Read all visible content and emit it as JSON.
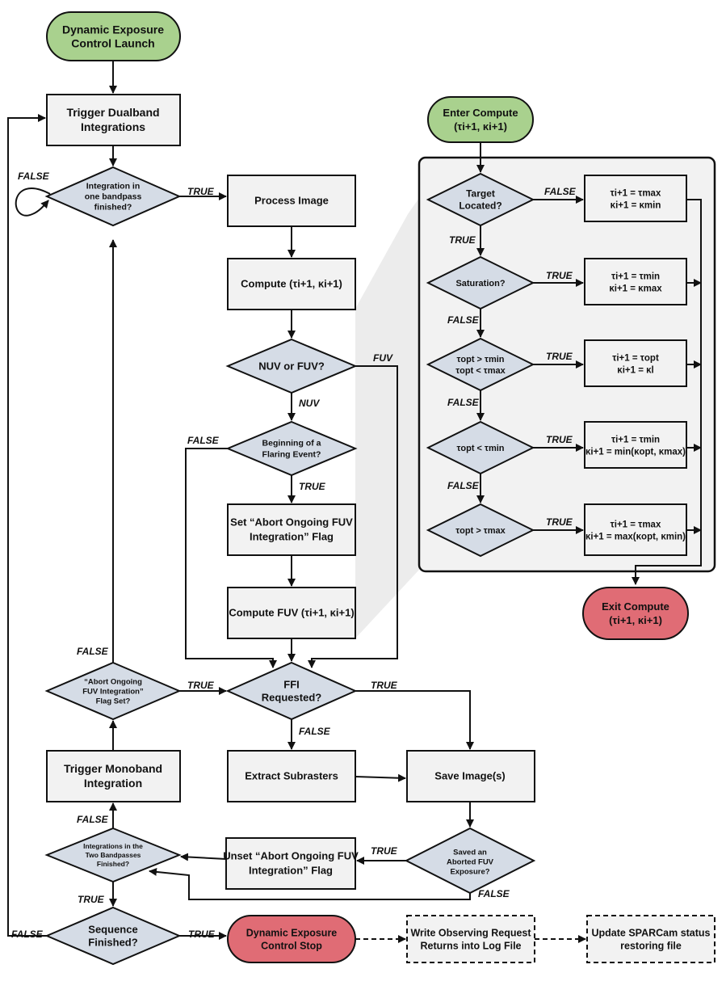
{
  "colors": {
    "start_fill": "#a9d18e",
    "stop_fill": "#e06c75",
    "box_fill": "#f2f2f2",
    "decision_fill": "#d5dce6",
    "panel_fill": "#f2f2f2",
    "shadow_fill": "#ececec"
  },
  "nodes": {
    "launch": [
      "Dynamic Exposure",
      "Control Launch"
    ],
    "trigger_dual": [
      "Trigger Dualband",
      "Integrations"
    ],
    "integ_finished": [
      "Integration in",
      "one bandpass",
      "finished?"
    ],
    "process_image": [
      "Process Image"
    ],
    "compute_main": [
      "Compute (τi+1, κi+1)"
    ],
    "nuv_fuv": [
      "NUV or FUV?"
    ],
    "flaring": [
      "Beginning of a",
      "Flaring Event?"
    ],
    "set_abort": [
      "Set “Abort Ongoing FUV",
      "Integration” Flag"
    ],
    "compute_fuv": [
      "Compute FUV (τi+1, κi+1)"
    ],
    "ffi": [
      "FFI",
      "Requested?"
    ],
    "abort_flag": [
      "“Abort Ongoing",
      "FUV Integration”",
      "Flag Set?"
    ],
    "trigger_mono": [
      "Trigger Monoband",
      "Integration"
    ],
    "extract": [
      "Extract Subrasters"
    ],
    "save_image": [
      "Save Image(s)"
    ],
    "saved_aborted": [
      "Saved an",
      "Aborted FUV",
      "Exposure?"
    ],
    "unset_abort": [
      "Unset “Abort Ongoing FUV",
      "Integration” Flag"
    ],
    "two_bands": [
      "Integrations in the",
      "Two Bandpasses",
      "Finished?"
    ],
    "seq_finished": [
      "Sequence",
      "Finished?"
    ],
    "stop": [
      "Dynamic Exposure",
      "Control Stop"
    ],
    "write_log": [
      "Write Observing Request",
      "Returns into Log File"
    ],
    "update_status": [
      "Update SPARCam status",
      "restoring file"
    ],
    "enter_compute": [
      "Enter Compute",
      "(τi+1, κi+1)"
    ],
    "target_located": [
      "Target",
      "Located?"
    ],
    "saturation": [
      "Saturation?"
    ],
    "cond_opt_range": [
      "τopt > τmin",
      "τopt < τmax"
    ],
    "cond_opt_lt_min": [
      "τopt < τmin"
    ],
    "cond_opt_gt_max": [
      "τopt > τmax"
    ],
    "res_1": [
      "τi+1 = τmax",
      "κi+1 = κmin"
    ],
    "res_2": [
      "τi+1 = τmin",
      "κi+1 = κmax"
    ],
    "res_3": [
      "τi+1 = τopt",
      "κi+1 = κl"
    ],
    "res_4": [
      "τi+1 = τmin",
      "κi+1 = min(κopt, κmax)"
    ],
    "res_5": [
      "τi+1 = τmax",
      "κi+1 = max(κopt, κmin)"
    ],
    "exit_compute": [
      "Exit Compute",
      "(τi+1, κi+1)"
    ]
  },
  "labels": {
    "true": "TRUE",
    "false": "FALSE",
    "nuv": "NUV",
    "fuv": "FUV"
  }
}
